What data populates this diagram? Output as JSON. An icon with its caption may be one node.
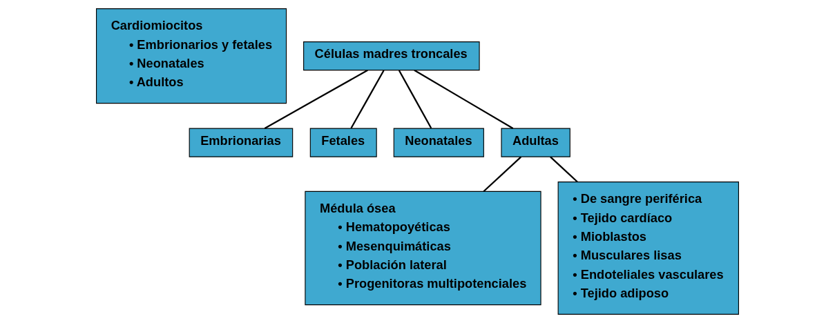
{
  "diagram": {
    "nodes": [
      {
        "text": [
          "Cardiomiocitos",
          "• Embrionarios y fetales",
          "• Neonatales",
          "• Adultos"
        ]
      },
      {
        "text": [
          "Células madres troncales"
        ]
      },
      {
        "text": [
          "Embrionarias"
        ]
      },
      {
        "text": [
          "Fetales"
        ]
      },
      {
        "text": [
          "Neonatales"
        ]
      },
      {
        "text": [
          "Adultas"
        ]
      },
      {
        "text": [
          "Médula ósea",
          "• Hematopoyéticas",
          "• Mesenquimáticas",
          "• Población lateral",
          "• Progenitoras multipotenciales"
        ]
      },
      {
        "text": [
          "• De sangre periférica",
          "• Tejido cardíaco",
          "• Mioblastos",
          "• Musculares lisas",
          "• Endoteliales vasculares",
          "• Tejido adiposo"
        ]
      }
    ],
    "edges": [
      {
        "from": 1,
        "to": 2,
        "arrow": "none"
      },
      {
        "from": 1,
        "to": 3,
        "arrow": "none"
      },
      {
        "from": 1,
        "to": 4,
        "arrow": "none"
      },
      {
        "from": 1,
        "to": 5,
        "arrow": "none"
      },
      {
        "from": 5,
        "to": 6,
        "arrow": "none"
      },
      {
        "from": 5,
        "to": 7,
        "arrow": "none"
      }
    ]
  }
}
